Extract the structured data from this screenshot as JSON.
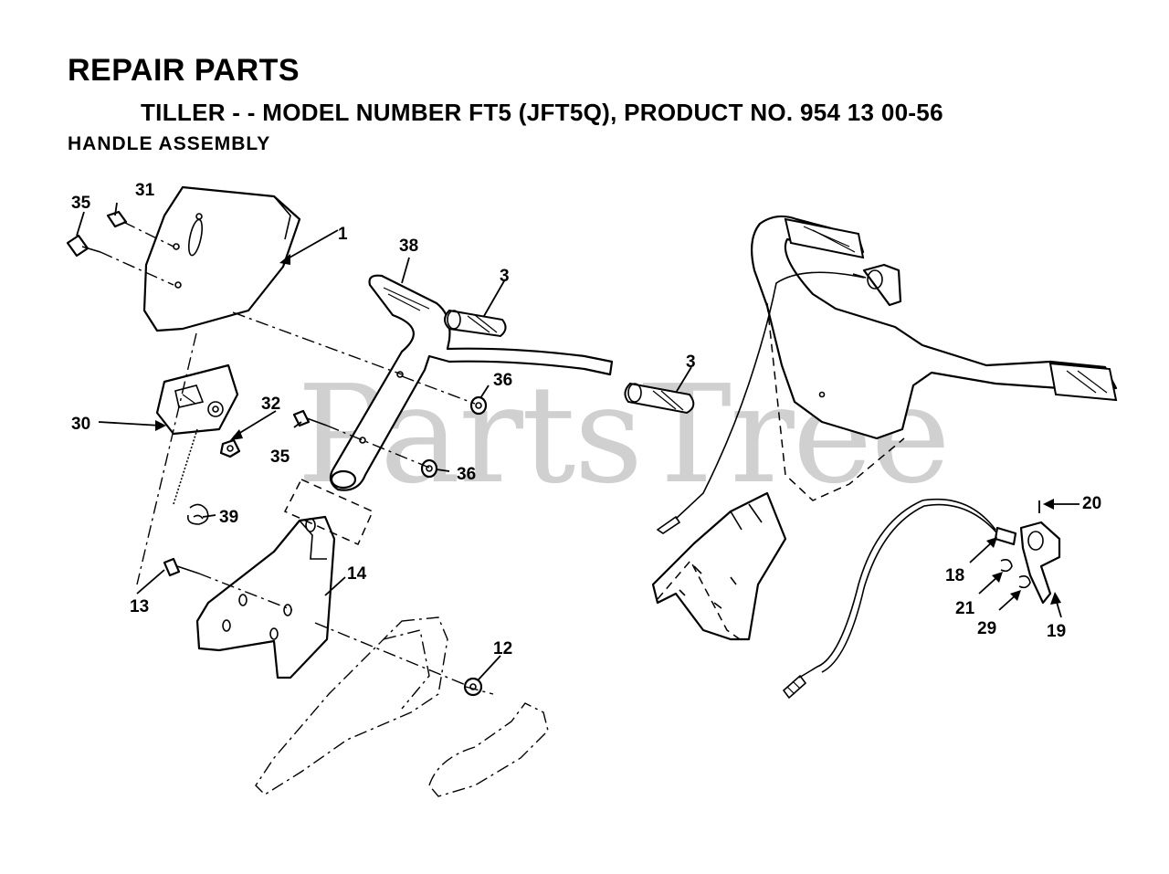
{
  "header": {
    "title": "REPAIR PARTS",
    "subtitle": "TILLER - - MODEL NUMBER FT5 (JFT5Q), PRODUCT NO. 954 13 00-56",
    "section": "HANDLE ASSEMBLY"
  },
  "watermark": {
    "text": "PartsTree",
    "trademark": "™"
  },
  "part_labels": [
    "35",
    "31",
    "1",
    "38",
    "3",
    "3",
    "36",
    "36",
    "32",
    "30",
    "35",
    "39",
    "13",
    "14",
    "12",
    "20",
    "18",
    "21",
    "29",
    "19"
  ]
}
